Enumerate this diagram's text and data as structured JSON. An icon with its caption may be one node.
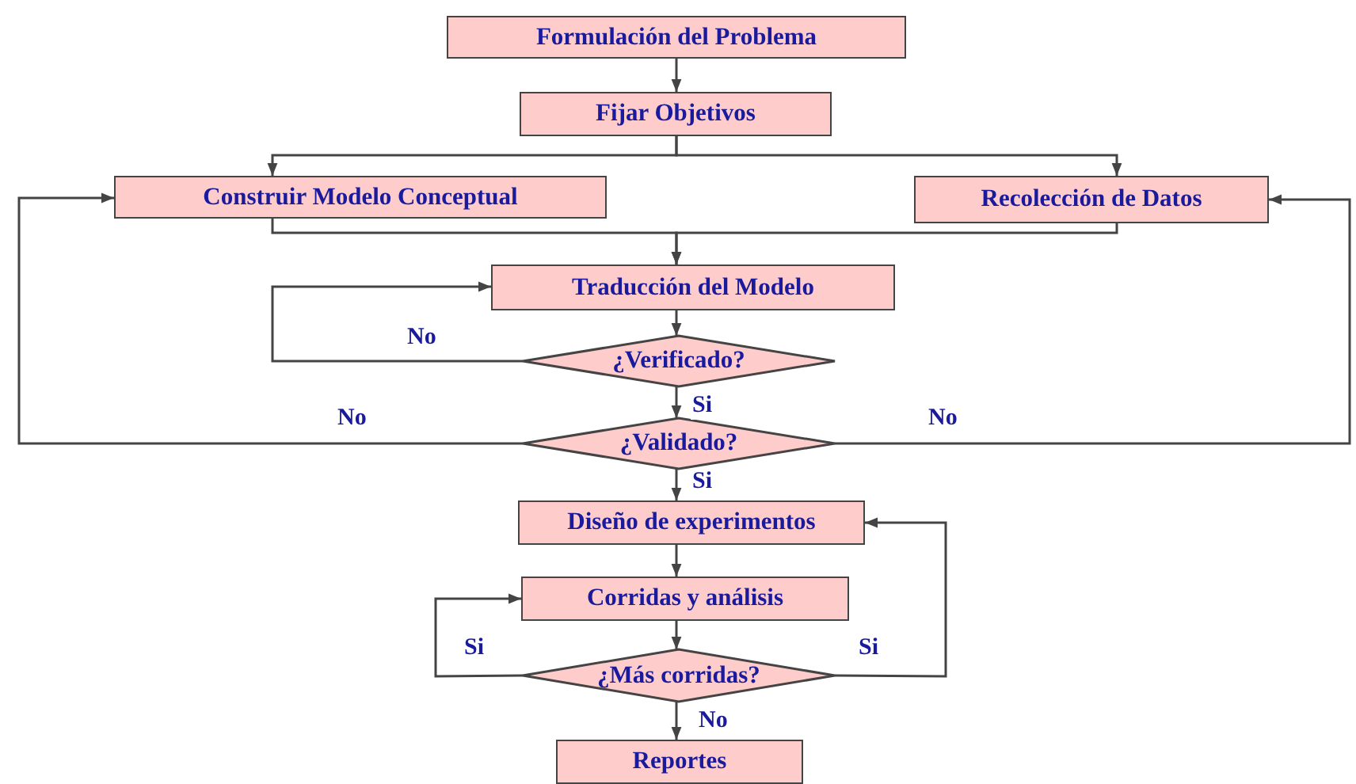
{
  "diagram": {
    "nodes": [
      {
        "text": [
          "Formulación del Problema"
        ]
      },
      {
        "text": [
          "Fijar Objetivos"
        ]
      },
      {
        "text": [
          "Construir Modelo Conceptual"
        ]
      },
      {
        "text": [
          "Recolección de Datos"
        ]
      },
      {
        "text": [
          "Traducción del Modelo"
        ]
      },
      {
        "text": [
          "¿Verificado?"
        ]
      },
      {
        "text": [
          "¿Validado?"
        ]
      },
      {
        "text": [
          "Diseño de experimentos"
        ]
      },
      {
        "text": [
          "Corridas y análisis"
        ]
      },
      {
        "text": [
          "¿Más corridas?"
        ]
      },
      {
        "text": [
          "Reportes"
        ]
      }
    ],
    "edges": [
      {
        "from": 0,
        "to": 1,
        "arrow": "to"
      },
      {
        "from": 1,
        "to": 2,
        "arrow": "to"
      },
      {
        "from": 1,
        "to": 3,
        "arrow": "to"
      },
      {
        "from": 2,
        "to": 4,
        "arrow": "to"
      },
      {
        "from": 3,
        "to": 4,
        "arrow": "to"
      },
      {
        "from": 4,
        "to": 5,
        "arrow": "to"
      },
      {
        "from": 5,
        "to": 4,
        "arrow": "to",
        "label": "No"
      },
      {
        "from": 5,
        "to": 6,
        "arrow": "to",
        "label": "Si"
      },
      {
        "from": 6,
        "to": 2,
        "arrow": "to",
        "label": "No"
      },
      {
        "from": 6,
        "to": 3,
        "arrow": "to",
        "label": "No"
      },
      {
        "from": 6,
        "to": 7,
        "arrow": "to",
        "label": "Si"
      },
      {
        "from": 7,
        "to": 8,
        "arrow": "to"
      },
      {
        "from": 8,
        "to": 9,
        "arrow": "to"
      },
      {
        "from": 9,
        "to": 8,
        "arrow": "to",
        "label": "Si"
      },
      {
        "from": 9,
        "to": 7,
        "arrow": "to",
        "label": "Si"
      },
      {
        "from": 9,
        "to": 10,
        "arrow": "to",
        "label": "No"
      }
    ]
  }
}
